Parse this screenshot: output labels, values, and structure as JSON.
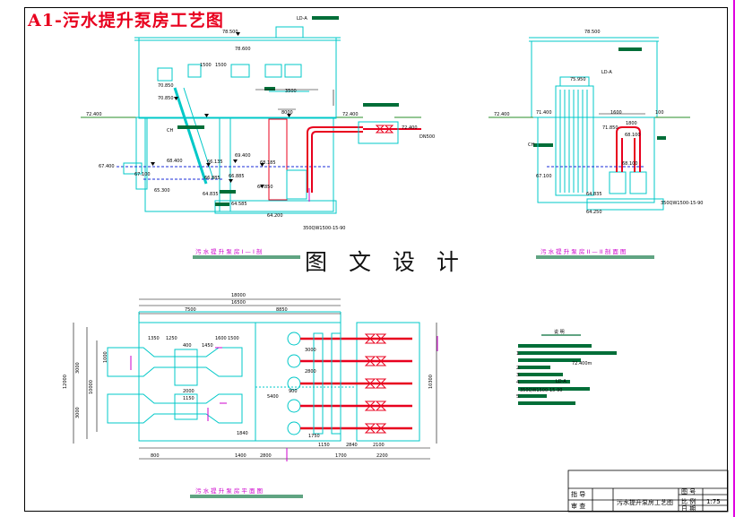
{
  "title": "A1-污水提升泵房工艺图",
  "watermark": "图 文 设 计",
  "views": {
    "section_1": {
      "caption": "污 水 提 升 泵 房 I — I 剖"
    },
    "section_2": {
      "caption": "污 水 提 升 泵 房 II — II 剖 面 图"
    },
    "plan": {
      "caption": "污 水 提 升 泵 房 平 面 图"
    }
  },
  "notes": {
    "heading": "说 明",
    "lines": [
      "1.",
      "2.",
      "3.",
      "4.",
      "5."
    ],
    "fragments": [
      "72.400m",
      "LD-A",
      "350QW1500-15-90"
    ]
  },
  "labels": {
    "ld_a": "LD-A",
    "ch": "CH",
    "dn": "DN500",
    "pump": "350QW1500-15-90",
    "pump2": "350QW1500-15-90"
  },
  "levels_section1": [
    "78.500",
    "78.600",
    "72.400",
    "72.400",
    "72.400",
    "70.850",
    "70.850",
    "69.400",
    "68.400",
    "68.185",
    "66.135",
    "66.885",
    "66.885",
    "67.100",
    "67.400",
    "65.300",
    "64.835",
    "64.850",
    "64.585",
    "64.200"
  ],
  "levels_section2": [
    "78.500",
    "75.950",
    "72.400",
    "71.400",
    "71.850",
    "68.100",
    "67.100",
    "68.100",
    "64.835",
    "64.250"
  ],
  "dims_plan": [
    "18000",
    "16500",
    "7500",
    "8850",
    "1350",
    "1250",
    "1600",
    "400",
    "1450",
    "1500",
    "3000",
    "3000",
    "1000",
    "2000",
    "1150",
    "10000",
    "2800",
    "12000",
    "10300",
    "3000",
    "5400",
    "900",
    "1840",
    "1150",
    "2840",
    "2100",
    "1750",
    "800",
    "1400",
    "2800",
    "1700",
    "2200"
  ],
  "dims_section": [
    "1500",
    "1500",
    "3500",
    "8000",
    "1600",
    "1800",
    "100"
  ],
  "title_block": {
    "drawing_name": "污水提升泵房工艺图",
    "row1_left": "指 导",
    "row2_left": "审 查",
    "r1": "图 号",
    "r2": "比 例",
    "r3": "日 期",
    "scale": "1:75"
  },
  "colors": {
    "structure": "#00c8c8",
    "pipe": "#e8001e",
    "annotation": "#cc00cc",
    "note_bar": "#006e38",
    "dimension": "#000000"
  }
}
